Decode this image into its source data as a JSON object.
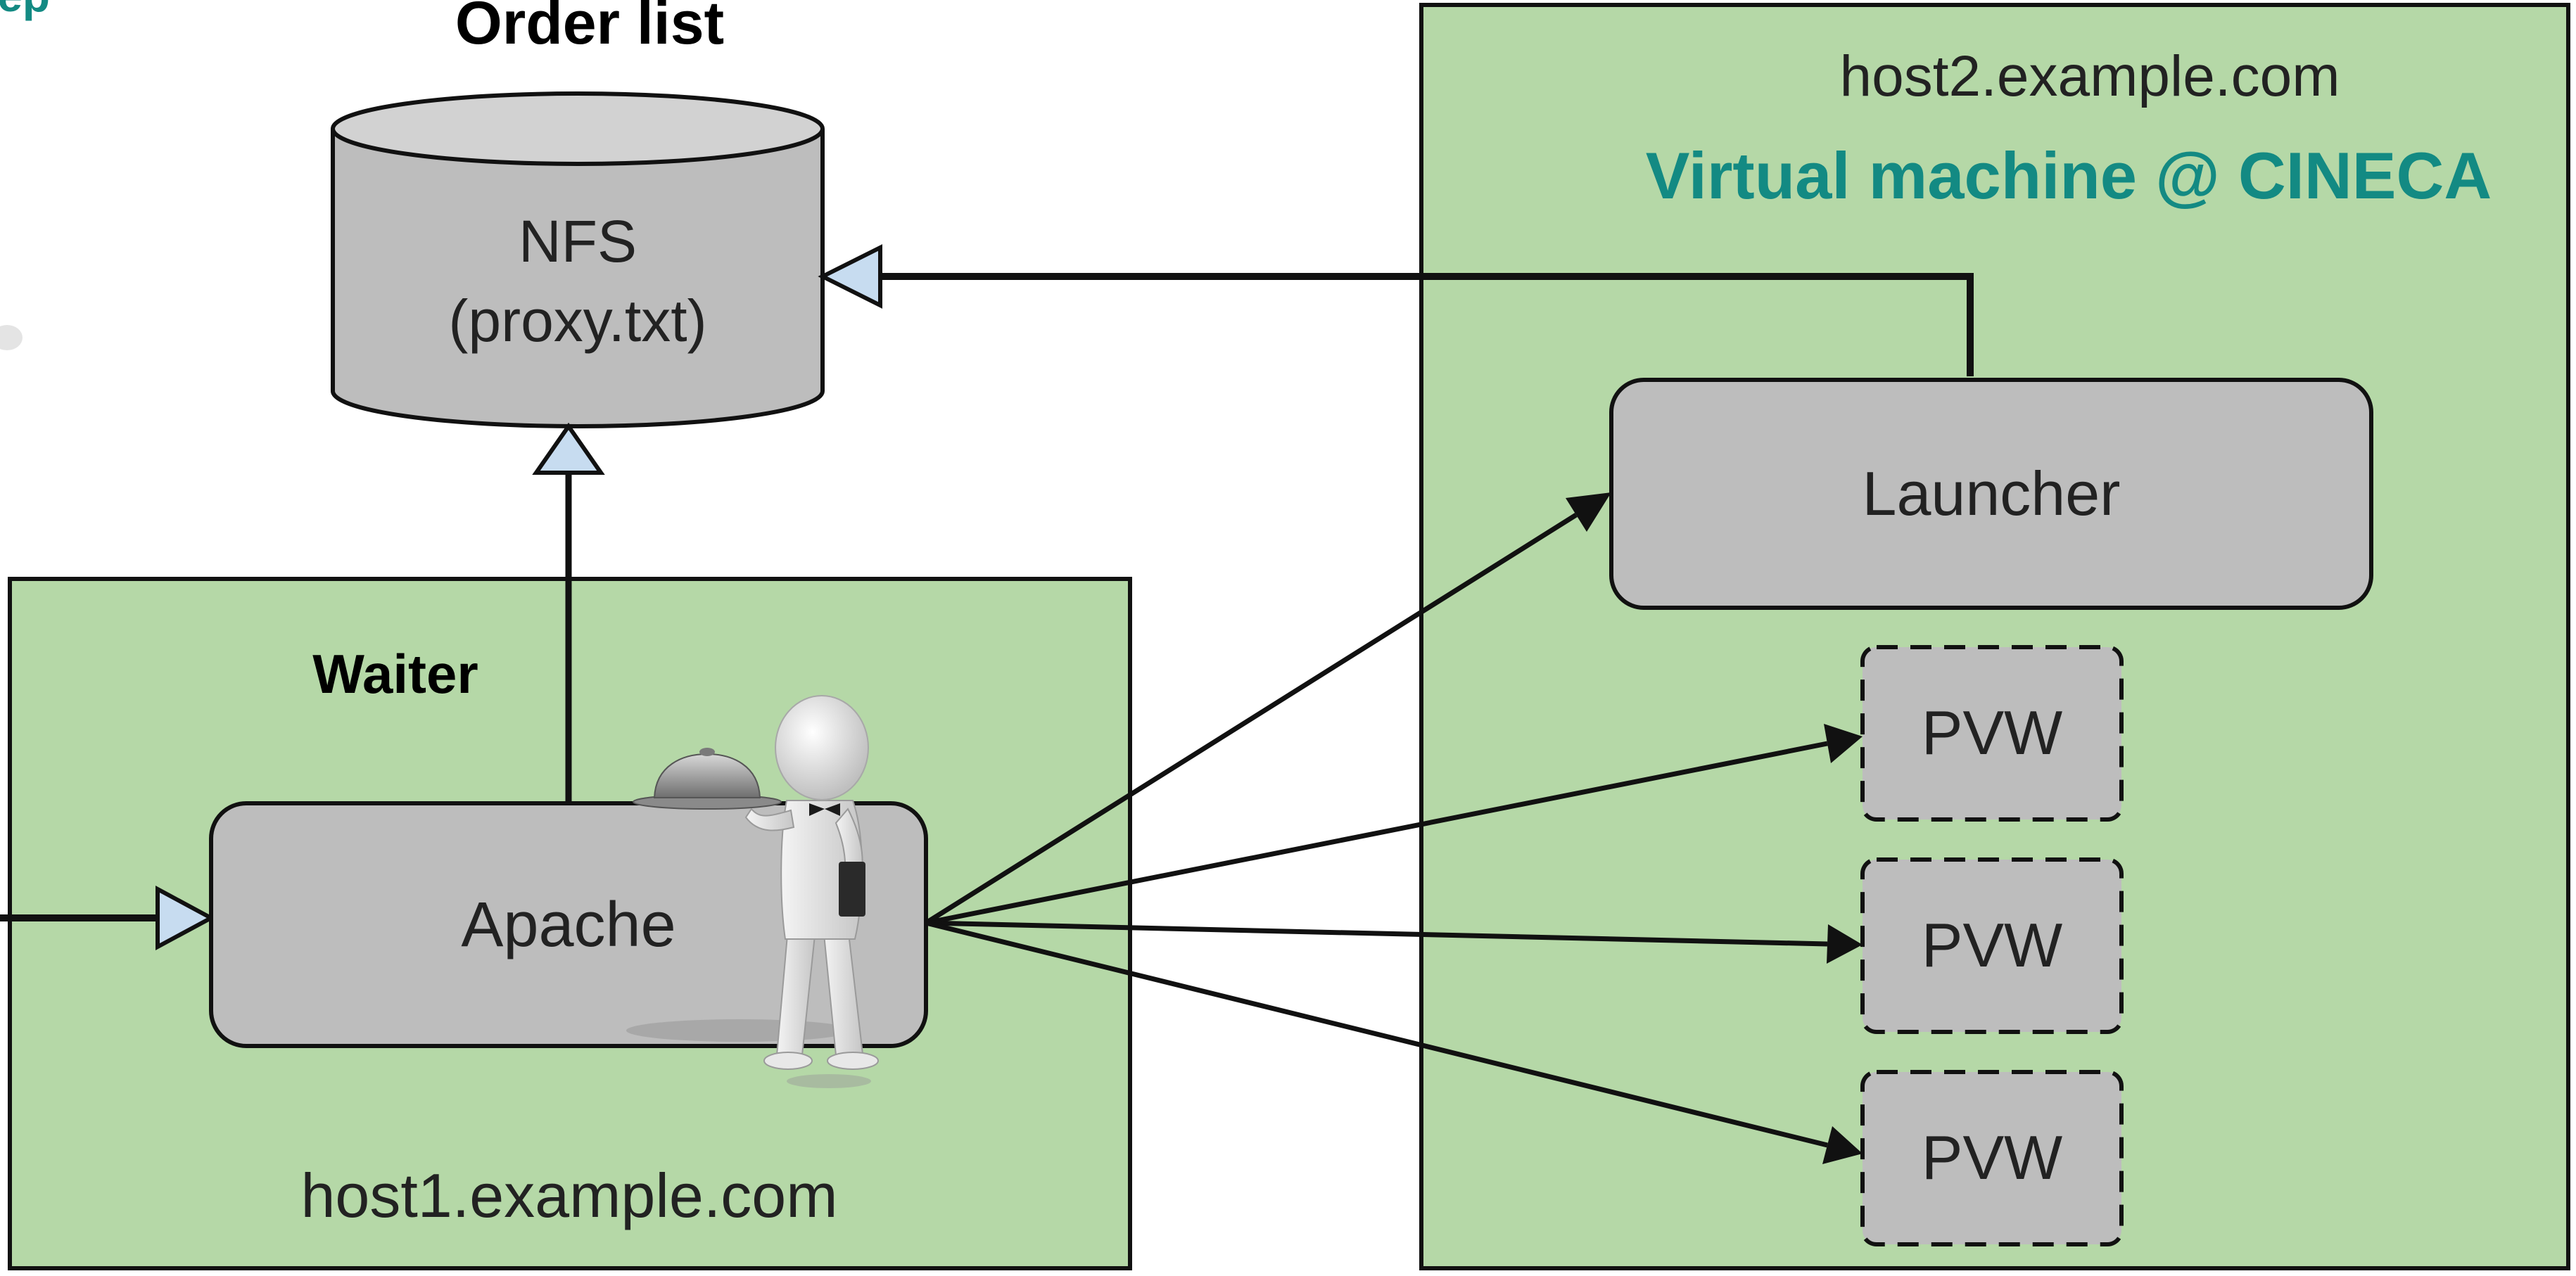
{
  "cropped_title_fragment": "tep",
  "order_list_label": "Order list",
  "nfs": {
    "line1": "NFS",
    "line2": "(proxy.txt)"
  },
  "host1": {
    "hostname": "host1.example.com",
    "waiter_label": "Waiter",
    "apache_label": "Apache"
  },
  "host2": {
    "hostname": "host2.example.com",
    "vm_label": "Virtual machine @ CINECA",
    "launcher_label": "Launcher"
  },
  "pvw_nodes": [
    {
      "label": "PVW"
    },
    {
      "label": "PVW"
    },
    {
      "label": "PVW"
    }
  ],
  "colors": {
    "host_fill": "#b5d8a7",
    "node_fill": "#bdbdbd",
    "cylinder_top": "#d2d2d2",
    "accent_teal": "#138a83",
    "arrow_head": "#c7dcf0"
  },
  "icons": [
    "waiter-figure-icon",
    "cloche-tray-icon"
  ]
}
